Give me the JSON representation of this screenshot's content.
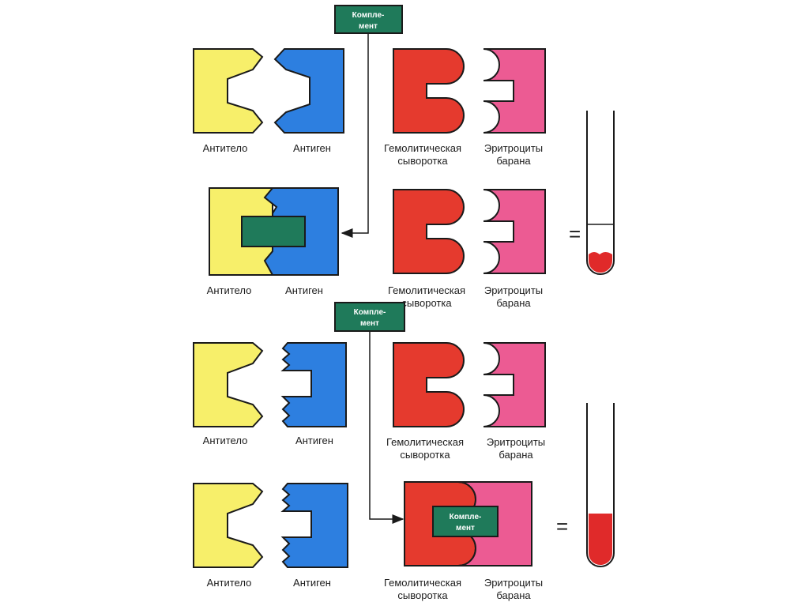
{
  "complement": {
    "line1": "Комплe-",
    "line2": "мент"
  },
  "labels": {
    "antibody": "Антитело",
    "antigen": "Антиген",
    "serum_line1": "Гемолитическая",
    "serum_line2": "сыворотка",
    "erythro_line1": "Эритроциты",
    "erythro_line2": "барана"
  },
  "equals": "=",
  "colors": {
    "antibody": "#f7ef6a",
    "antigen": "#2d7fe0",
    "serum": "#e53a2e",
    "erythrocytes": "#ec5b93",
    "complement": "#1f7a5a",
    "blood": "#e02a2a",
    "outline": "#1a1a1a"
  }
}
